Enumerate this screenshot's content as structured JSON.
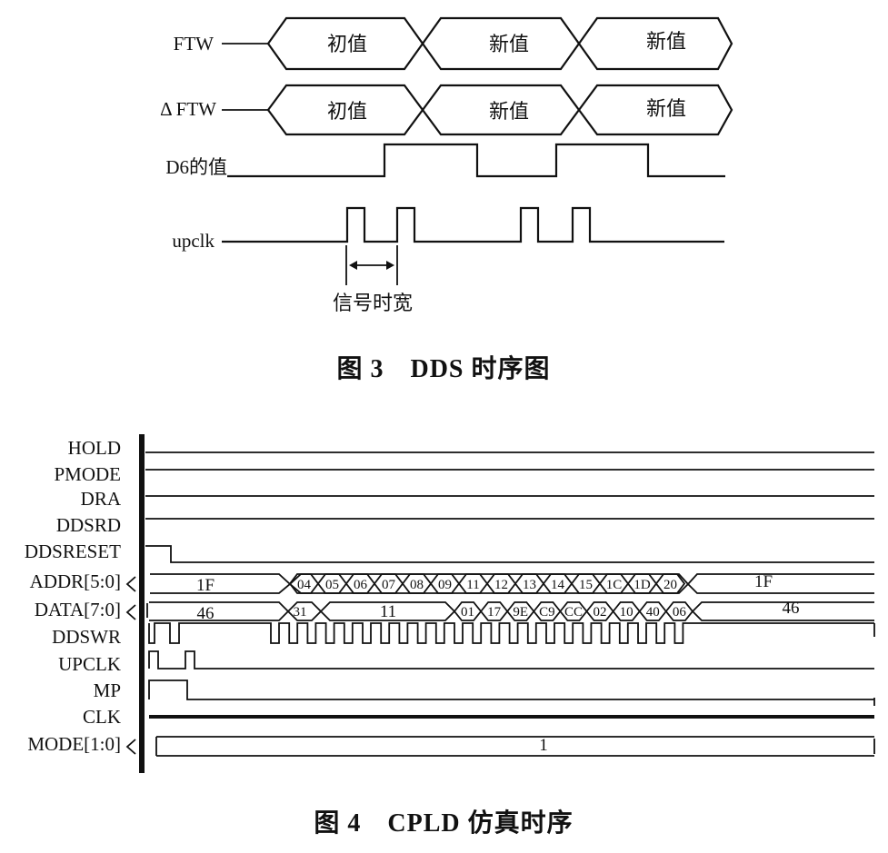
{
  "figure3": {
    "signals": {
      "ftw": "FTW",
      "dftw": "Δ FTW",
      "d6": "D6的值",
      "upclk": "upclk"
    },
    "ftw_segments": [
      "初值",
      "新值",
      "新值"
    ],
    "dftw_segments": [
      "初值",
      "新值",
      "新值"
    ],
    "annotation": "信号时宽",
    "caption": "图 3　DDS 时序图"
  },
  "figure4": {
    "signals": [
      "HOLD",
      "PMODE",
      "DRA",
      "DDSRD",
      "DDSRESET",
      "ADDR[5:0]",
      "DATA[7:0]",
      "DDSWR",
      "UPCLK",
      "MP",
      "CLK",
      "MODE[1:0]"
    ],
    "addr": {
      "initial": "1F",
      "sequence": [
        "04",
        "05",
        "06",
        "07",
        "08",
        "09",
        "11",
        "12",
        "13",
        "14",
        "15",
        "1C",
        "1D",
        "20"
      ],
      "final": "1F"
    },
    "data": {
      "initial": "46",
      "first": "31",
      "long": "11",
      "sequence": [
        "01",
        "17",
        "9E",
        "C9",
        "CC",
        "02",
        "10",
        "40",
        "06"
      ],
      "final": "46"
    },
    "mode_value": "1",
    "caption": "图 4　CPLD 仿真时序"
  }
}
